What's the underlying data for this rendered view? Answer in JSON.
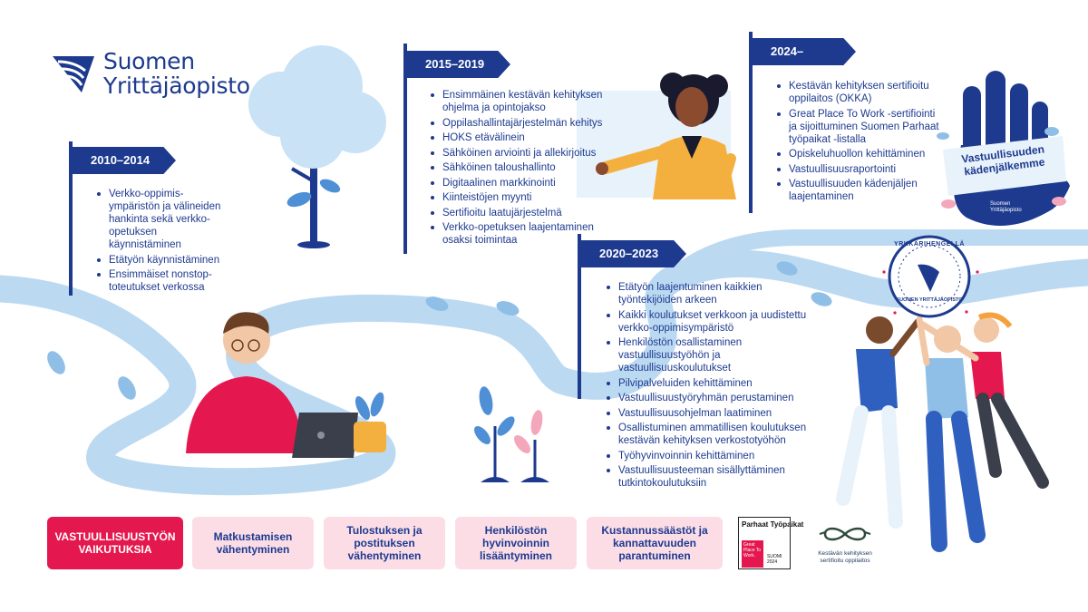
{
  "logo": {
    "line1": "Suomen",
    "line2": "Yrittäjäopisto",
    "icon": "wave-logo-icon"
  },
  "timeline": [
    {
      "period": "2010–2014",
      "items": [
        "Verkko-oppimis-ympäristön ja välineiden hankinta sekä verkko-opetuksen käynnistäminen",
        "Etätyön käynnistäminen",
        "Ensimmäiset nonstop-toteutukset verkossa"
      ]
    },
    {
      "period": "2015–2019",
      "items": [
        "Ensimmäinen kestävän kehityksen ohjelma ja opintojakso",
        "Oppilashallintajärjestelmän kehitys",
        "HOKS etävälinein",
        "Sähköinen arviointi ja allekirjoitus",
        "Sähköinen taloushallinto",
        "Digitaalinen markkinointi",
        "Kiinteistöjen myynti",
        "Sertifioitu laatujärjestelmä",
        "Verkko-opetuksen laajentaminen osaksi toimintaa"
      ]
    },
    {
      "period": "2020–2023",
      "items": [
        "Etätyön laajentuminen kaikkien työntekijöiden arkeen",
        "Kaikki koulutukset verkkoon ja uudistettu verkko-oppimisympäristö",
        "Henkilöstön osallistaminen vastuullisuustyöhön ja vastuullisuuskoulutukset",
        "Pilvipalveluiden kehittäminen",
        "Vastuullisuustyöryhmän perustaminen",
        "Vastuullisuusohjelman laatiminen",
        "Osallistuminen ammatillisen koulutuksen kestävän kehityksen verkostotyöhön",
        "Työhyvinvoinnin kehittäminen",
        "Vastuullisuusteeman sisällyttäminen tutkintokoulutuksiin"
      ]
    },
    {
      "period": "2024–",
      "items": [
        "Kestävän kehityksen sertifioitu oppilaitos (OKKA)",
        "Great Place To Work -sertifiointi ja sijoittuminen Suomen Parhaat työpaikat -listalla",
        "Opiskeluhuollon kehittäminen",
        "Vastuullisuusraportointi",
        "Vastuullisuuden kädenjäljen laajentaminen"
      ]
    }
  ],
  "hand_banner": {
    "line1": "Vastuullisuuden",
    "line2": "kädenjälkemme",
    "logo_line1": "Suomen",
    "logo_line2": "Yrittäjäopisto"
  },
  "badge": {
    "top_text": "YRKKÄRIHENGELLÄ",
    "bottom_text": "SUOMEN YRITTÄJÄOPISTO"
  },
  "impacts": {
    "heading": "VASTUULLISUUSTYÖN VAIKUTUKSIA",
    "items": [
      "Matkustamisen vähentyminen",
      "Tulostuksen ja postituksen vähentyminen",
      "Henkilöstön hyvinvoinnin lisääntyminen",
      "Kustannussäästöt ja kannattavuuden parantuminen"
    ]
  },
  "certifications": {
    "gptw": {
      "title": "Parhaat Työpaikat",
      "badge": "Great Place To Work.",
      "meta": "SUOMI 2024"
    },
    "okka": {
      "label": "Kestävän kehityksen sertifioitu oppilaitos"
    }
  },
  "colors": {
    "navy": "#1d3a8f",
    "path": "#bcd9f2",
    "pink_accent": "#e4184e",
    "pink_light": "#fcdde6"
  }
}
